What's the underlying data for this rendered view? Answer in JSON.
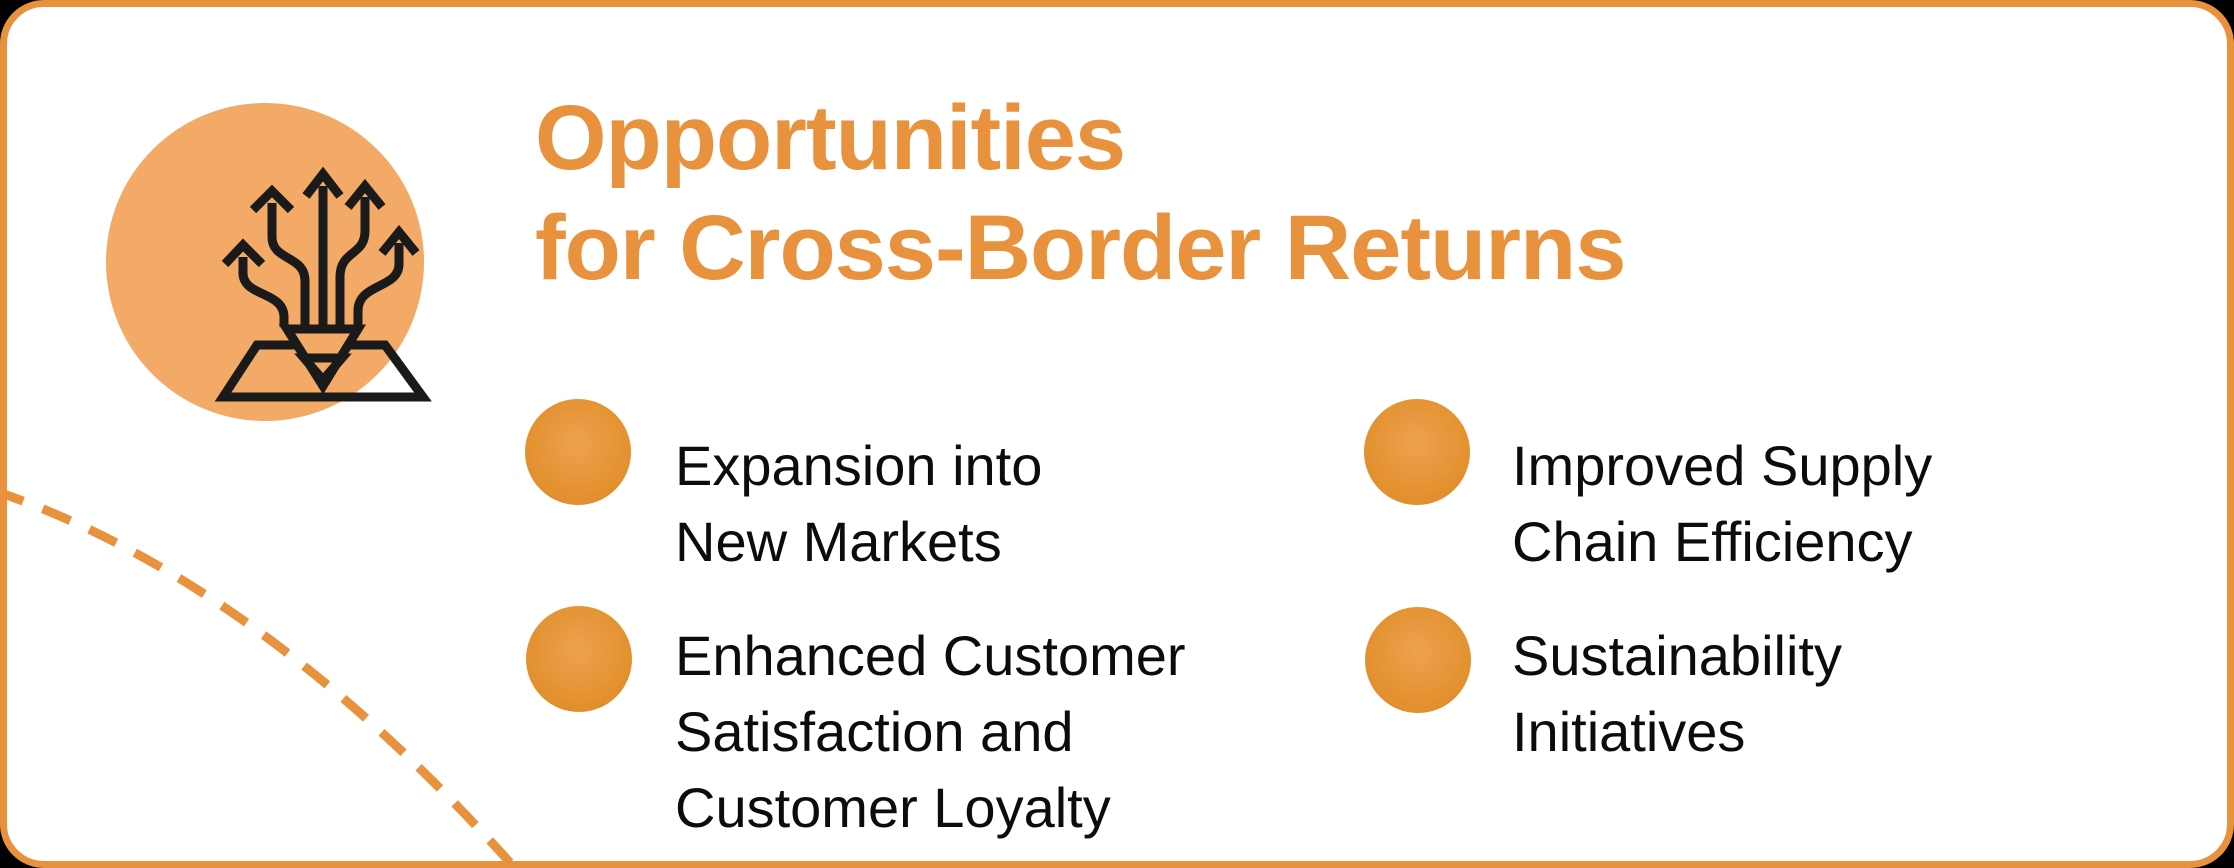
{
  "card": {
    "outer_background": "#000000",
    "background": "#ffffff",
    "border_color": "#E8923E"
  },
  "header": {
    "title_line1": "Opportunities",
    "title_line2": "for Cross-Border Returns",
    "title_color": "#E8923E"
  },
  "icon": {
    "name": "diverging-arrows-funnel-icon",
    "circle_color": "#F2AA66",
    "line_color": "#1A1A1A"
  },
  "opportunities": [
    {
      "label": "Expansion into\nNew Markets"
    },
    {
      "label": "Improved Supply\nChain Efficiency"
    },
    {
      "label": "Enhanced Customer\nSatisfaction and\nCustomer Loyalty"
    },
    {
      "label": "Sustainability\nInitiatives"
    }
  ],
  "decor": {
    "bullet_color": "#E3912F",
    "dashed_arc_color": "#E8923E"
  }
}
